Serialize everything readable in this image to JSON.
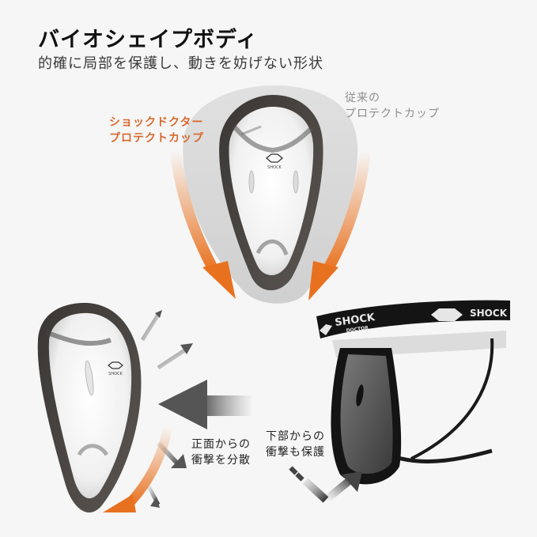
{
  "header": {
    "title": "バイオシェイプボディ",
    "subtitle": "的確に局部を保護し、動きを妨げない形状"
  },
  "labels": {
    "shock_doctor_cup": [
      "ショックドクター",
      "プロテクトカップ"
    ],
    "conventional_cup": [
      "従来の",
      "プロテクトカップ"
    ],
    "front_impact": [
      "正面からの",
      "衝撃を分散"
    ],
    "bottom_impact": [
      "下部からの",
      "衝撃も保護"
    ]
  },
  "brand": {
    "name": "SHOCK",
    "sub": "DOCTOR"
  },
  "colors": {
    "background": "#f6f6f6",
    "accent_orange": "#e8711f",
    "label_orange": "#d9682c",
    "label_grey": "#8e8e8e",
    "text_dark": "#111111",
    "band_black": "#141414"
  },
  "icons": [
    "orange-curved-arrow",
    "grey-impact-arrow",
    "deflect-arrow",
    "shock-doctor-logo"
  ]
}
